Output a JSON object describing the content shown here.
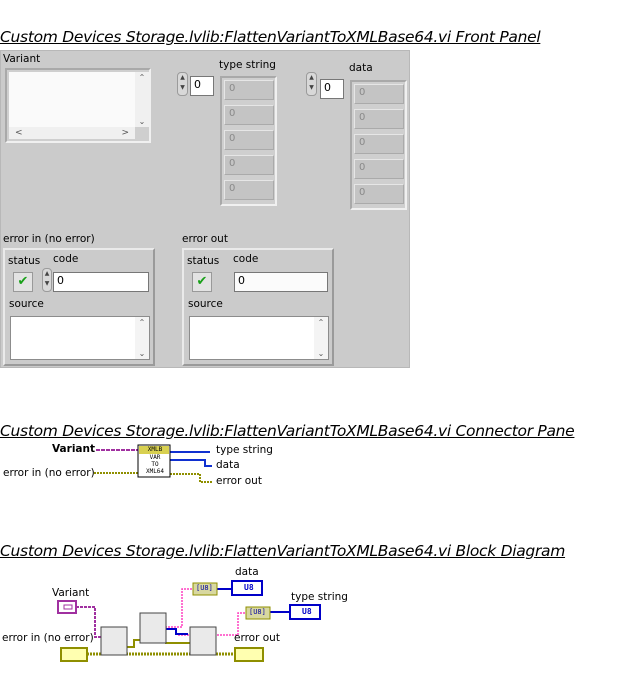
{
  "headings": {
    "front_panel": "Custom Devices Storage.lvlib:FlattenVariantToXMLBase64.vi Front Panel",
    "connector_pane": "Custom Devices Storage.lvlib:FlattenVariantToXMLBase64.vi Connector Pane",
    "block_diagram": "Custom Devices Storage.lvlib:FlattenVariantToXMLBase64.vi Block Diagram"
  },
  "front_panel": {
    "variant_label": "Variant",
    "type_string": {
      "label": "type string",
      "index": "0",
      "cells": [
        "0",
        "0",
        "0",
        "0",
        "0"
      ]
    },
    "data": {
      "label": "data",
      "index": "0",
      "cells": [
        "0",
        "0",
        "0",
        "0",
        "0"
      ]
    },
    "error_in": {
      "label": "error in (no error)",
      "status_label": "status",
      "code_label": "code",
      "code_value": "0",
      "source_label": "source"
    },
    "error_out": {
      "label": "error out",
      "status_label": "status",
      "code_label": "code",
      "code_value": "0",
      "source_label": "source"
    }
  },
  "connector_pane": {
    "inputs": [
      "Variant",
      "error in (no error)"
    ],
    "outputs": [
      "type string",
      "data",
      "error out"
    ],
    "icon_lines": [
      "XMLB",
      "VAR",
      "TO",
      "XML64"
    ]
  },
  "block_diagram": {
    "labels": {
      "variant": "Variant",
      "error_in": "error in (no error)",
      "data": "data",
      "type_string": "type string",
      "error_out": "error out"
    },
    "terminal_type": "U8",
    "array_tag": "[U8]"
  },
  "colors": {
    "panel_bg": "#cbcbcb",
    "variant_wire": "#a030a0",
    "error_wire": "#8f8f00",
    "u8_wire": "#0000c8",
    "pink_wire": "#ff40c0"
  },
  "icons": [
    "increment-decrement-icon",
    "checkmark-icon",
    "scroll-up-icon",
    "scroll-down-icon",
    "scroll-left-icon",
    "scroll-right-icon"
  ]
}
